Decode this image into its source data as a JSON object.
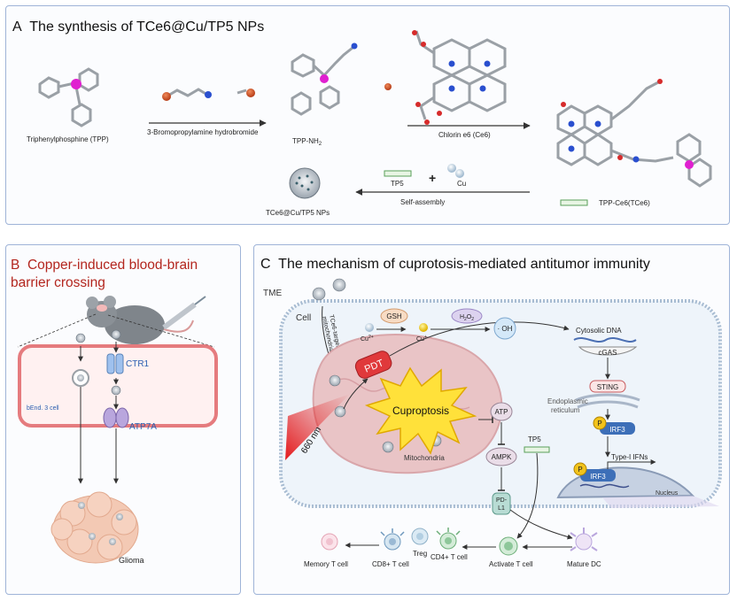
{
  "panelA": {
    "letter": "A",
    "title": "The synthesis of TCe6@Cu/TP5 NPs",
    "tpp": "Triphenylphosphine (TPP)",
    "step1": "3-Bromopropylamine hydrobromide",
    "tppnh2_main": "TPP-NH",
    "tppnh2_sub": "2",
    "step2": "Chlorin e6 (Ce6)",
    "product": "TPP-Ce6(TCe6)",
    "tp5": "TP5",
    "plus": "+",
    "cu": "Cu",
    "self_assembly": "Self-assembly",
    "nps": "TCe6@Cu/TP5 NPs"
  },
  "panelB": {
    "letter": "B",
    "title_line1": "Copper-induced blood-brain",
    "title_line2": "barrier crossing",
    "ctr1": "CTR1",
    "atp7a": "ATP7A",
    "bend": "bEnd. 3 cell",
    "glioma": "Glioma"
  },
  "panelC": {
    "letter": "C",
    "title": "The mechanism of cuprotosis-mediated antitumor immunity",
    "tme": "TME",
    "cell": "Cell",
    "targeted1": "TCe6-targeted",
    "targeted2": "mitochondria",
    "gsh": "GSH",
    "h2o2_h": "H",
    "h2o2_2a": "2",
    "h2o2_o": "O",
    "h2o2_2b": "2",
    "cu2_main": "Cu",
    "cu2_sup": "2+",
    "cu1_main": "Cu",
    "cu1_sup": "+",
    "oh": "· OH",
    "pdt": "PDT",
    "cuproptosis": "Cuproptosis",
    "laser": "660 nm",
    "mitochondria": "Mitochondria",
    "atp": "ATP",
    "ampk": "AMPK",
    "pdl1_1": "PD-",
    "pdl1_2": "L1",
    "tp5": "TP5",
    "cytosolic_dna": "Cytosolic DNA",
    "cgas": "cGAS",
    "sting": "STING",
    "er1": "Endoplasmic",
    "er2": "reticulum",
    "p1": "P",
    "irf3_1": "IRF3",
    "p2": "P",
    "irf3_2": "IRF3",
    "ifn": "Type-I IFNs",
    "nucleus": "Nucleus",
    "memory_t": "Memory T cell",
    "cd8": "CD8+ T cell",
    "treg": "Treg",
    "cd4": "CD4+ T cell",
    "activate_t": "Activate T cell",
    "mature_dc": "Mature DC"
  },
  "colors": {
    "panel_border": "#9fb4d8",
    "title_red": "#b3261e",
    "pdt_red": "#e0393b",
    "cuproptosis_yellow": "#ffe13a",
    "irf3_blue": "#3d6fb8",
    "phospho_yellow": "#f2c31b",
    "mito_pink": "#e9c4c6"
  }
}
